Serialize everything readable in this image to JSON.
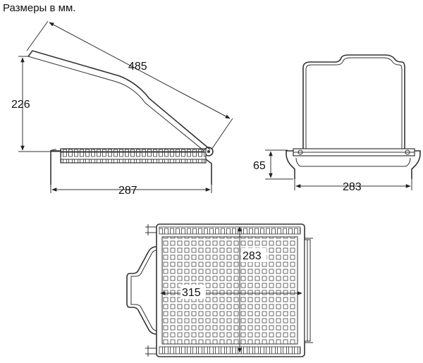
{
  "header": {
    "title": "Размеры в мм."
  },
  "dimensions": {
    "side_length": "485",
    "side_height": "226",
    "side_depth": "287",
    "front_height": "65",
    "front_width": "283",
    "top_depth": "283",
    "top_width": "315"
  }
}
